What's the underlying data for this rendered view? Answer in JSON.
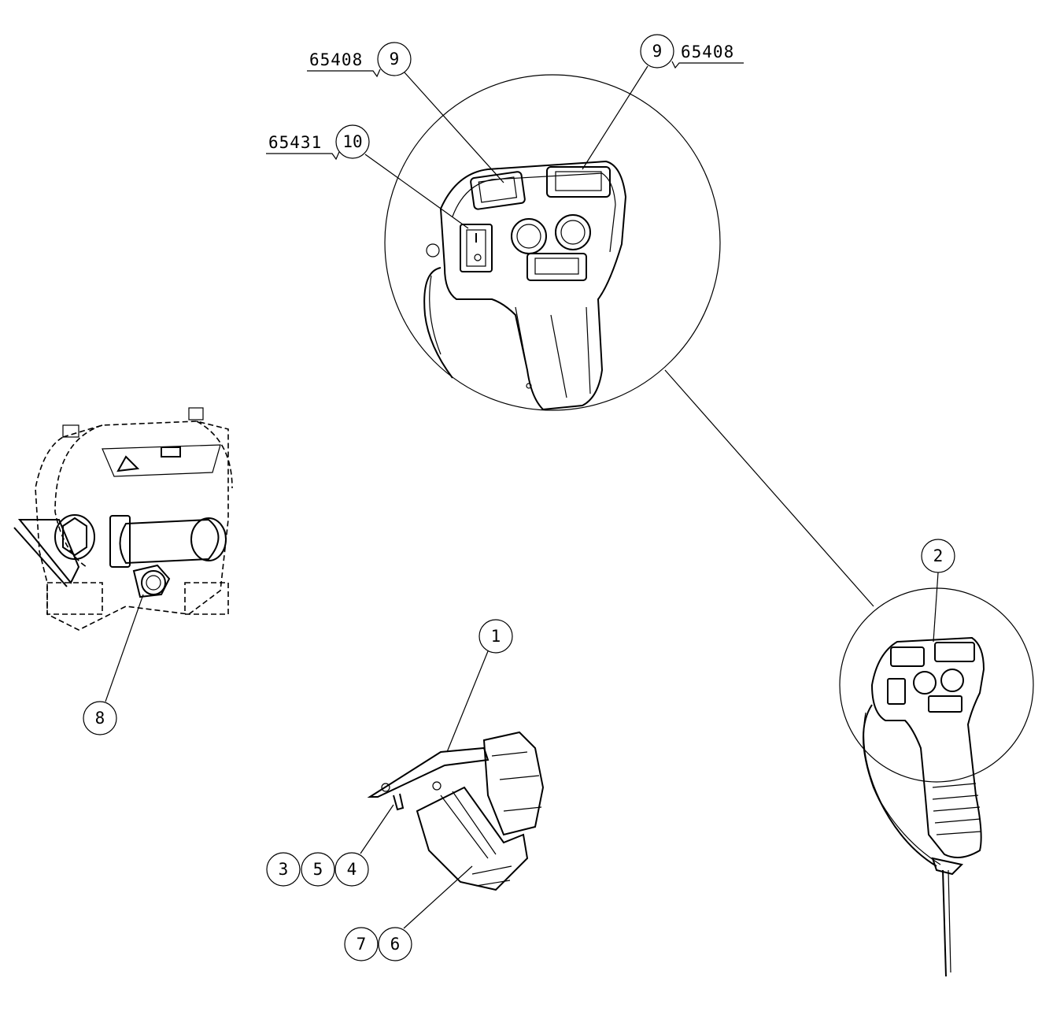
{
  "drawing": {
    "callouts": {
      "detail_left_9": {
        "item": "9",
        "part_no": "65408"
      },
      "detail_right_9": {
        "item": "9",
        "part_no": "65408"
      },
      "detail_10": {
        "item": "10",
        "part_no": "65431"
      },
      "item_1": "1",
      "item_2": "2",
      "item_3": "3",
      "item_4": "4",
      "item_5": "5",
      "item_6": "6",
      "item_7": "7",
      "item_8": "8"
    },
    "colors": {
      "line": "#000000",
      "background": "#ffffff"
    }
  }
}
